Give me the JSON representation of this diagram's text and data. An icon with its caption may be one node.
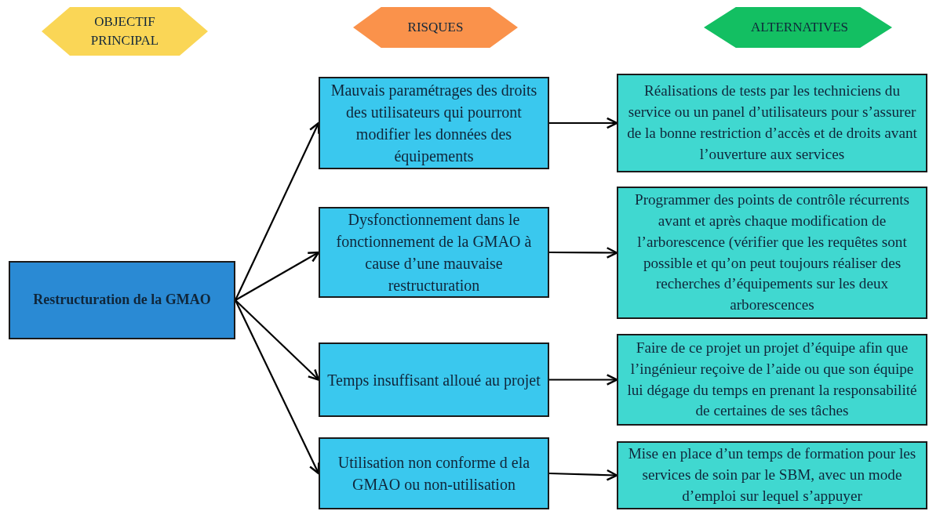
{
  "diagram": {
    "nodes": [
      {
        "text": [
          "OBJECTIF PRINCIPAL"
        ]
      },
      {
        "text": [
          "RISQUES"
        ]
      },
      {
        "text": [
          "ALTERNATIVES"
        ]
      },
      {
        "text": [
          "Restructuration de la GMAO"
        ]
      },
      {
        "text": [
          "Mauvais paramétrages des droits des utilisateurs qui pourront modifier les données des équipements"
        ]
      },
      {
        "text": [
          "Dysfonctionnement dans le fonctionnement de la GMAO à cause d’une mauvaise restructuration"
        ]
      },
      {
        "text": [
          "Temps insuffisant alloué au projet"
        ]
      },
      {
        "text": [
          "Utilisation non conforme d ela GMAO ou non-utilisation"
        ]
      },
      {
        "text": [
          "Réalisations de tests par les techniciens du service ou un panel d’utilisateurs pour s’assurer de la bonne restriction d’accès et de droits avant l’ouverture aux services"
        ]
      },
      {
        "text": [
          "Programmer des points de contrôle récurrents avant et après chaque modification de l’arborescence (vérifier que les requêtes sont possible et qu’on peut toujours réaliser des recherches d’équipements sur les deux arborescences"
        ]
      },
      {
        "text": [
          "Faire de ce projet un projet d’équipe afin que l’ingénieur reçoive de l’aide ou que son équipe lui dégage du temps en prenant la responsabilité de certaines de ses tâches"
        ]
      },
      {
        "text": [
          "Mise en place d’un temps de formation pour les services de soin par le SBM, avec un mode d’emploi sur lequel s’appuyer"
        ]
      }
    ],
    "edges": [
      {
        "from": 3,
        "to": 4,
        "arrow": "to"
      },
      {
        "from": 3,
        "to": 5,
        "arrow": "to"
      },
      {
        "from": 3,
        "to": 6,
        "arrow": "to"
      },
      {
        "from": 3,
        "to": 7,
        "arrow": "to"
      },
      {
        "from": 4,
        "to": 8,
        "arrow": "to"
      },
      {
        "from": 5,
        "to": 9,
        "arrow": "to"
      },
      {
        "from": 6,
        "to": 10,
        "arrow": "to"
      },
      {
        "from": 7,
        "to": 11,
        "arrow": "to"
      }
    ]
  }
}
